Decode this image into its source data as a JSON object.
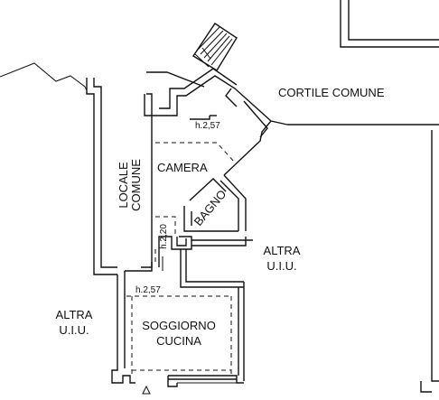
{
  "labels": {
    "courtyard": "CORTILE COMUNE",
    "common_room_line1": "LOCALE",
    "common_room_line2": "COMUNE",
    "bedroom": "CAMERA",
    "bathroom": "BAGNO",
    "living_line1": "SOGGIORNO",
    "living_line2": "CUCINA",
    "other_unit_right_line1": "ALTRA",
    "other_unit_right_line2": "U.I.U.",
    "other_unit_left_line1": "ALTRA",
    "other_unit_left_line2": "U.I.U."
  },
  "heights": {
    "bedroom": "h.2,57",
    "corridor": "h.2,20",
    "living": "h.2,57"
  },
  "colors": {
    "line": "#111111",
    "background": "#ffffff"
  }
}
